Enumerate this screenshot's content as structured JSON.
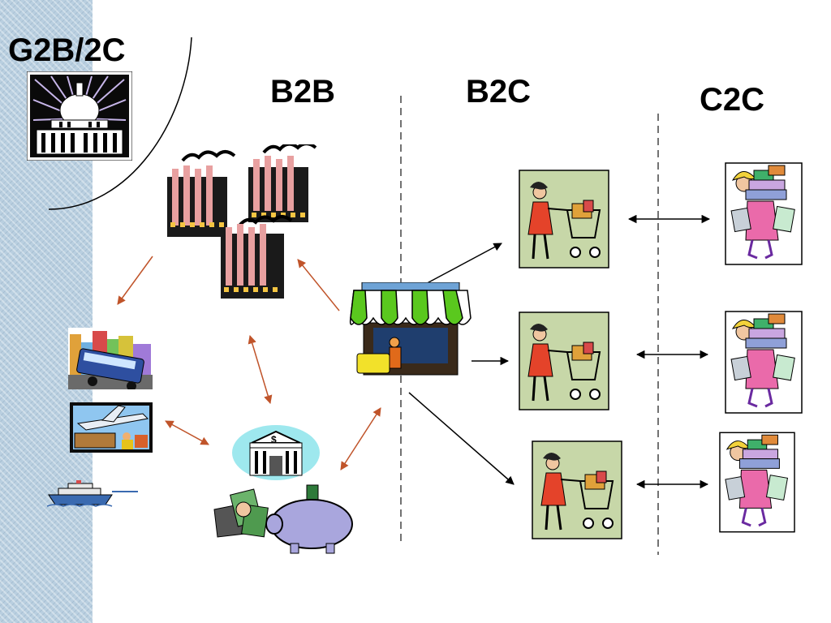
{
  "labels": {
    "g2b2c": "G2B/2C",
    "b2b": "B2B",
    "b2c": "B2C",
    "c2c": "C2C"
  },
  "icons": [
    "capitol-building-icon",
    "factory-icon",
    "storefront-icon",
    "bank-piggybank-icon",
    "bus-city-icon",
    "airplane-cargo-icon",
    "cruise-ship-icon",
    "shopper-with-cart-icon",
    "woman-carrying-packages-icon"
  ],
  "colors": {
    "strip": "#b9cfe0",
    "arrow_orange": "#c0542a",
    "arrow_black": "#000000",
    "awning_green": "#5ac81e",
    "bank_cyan": "#9ee8ee",
    "piggy_purple": "#a9a6dd"
  }
}
